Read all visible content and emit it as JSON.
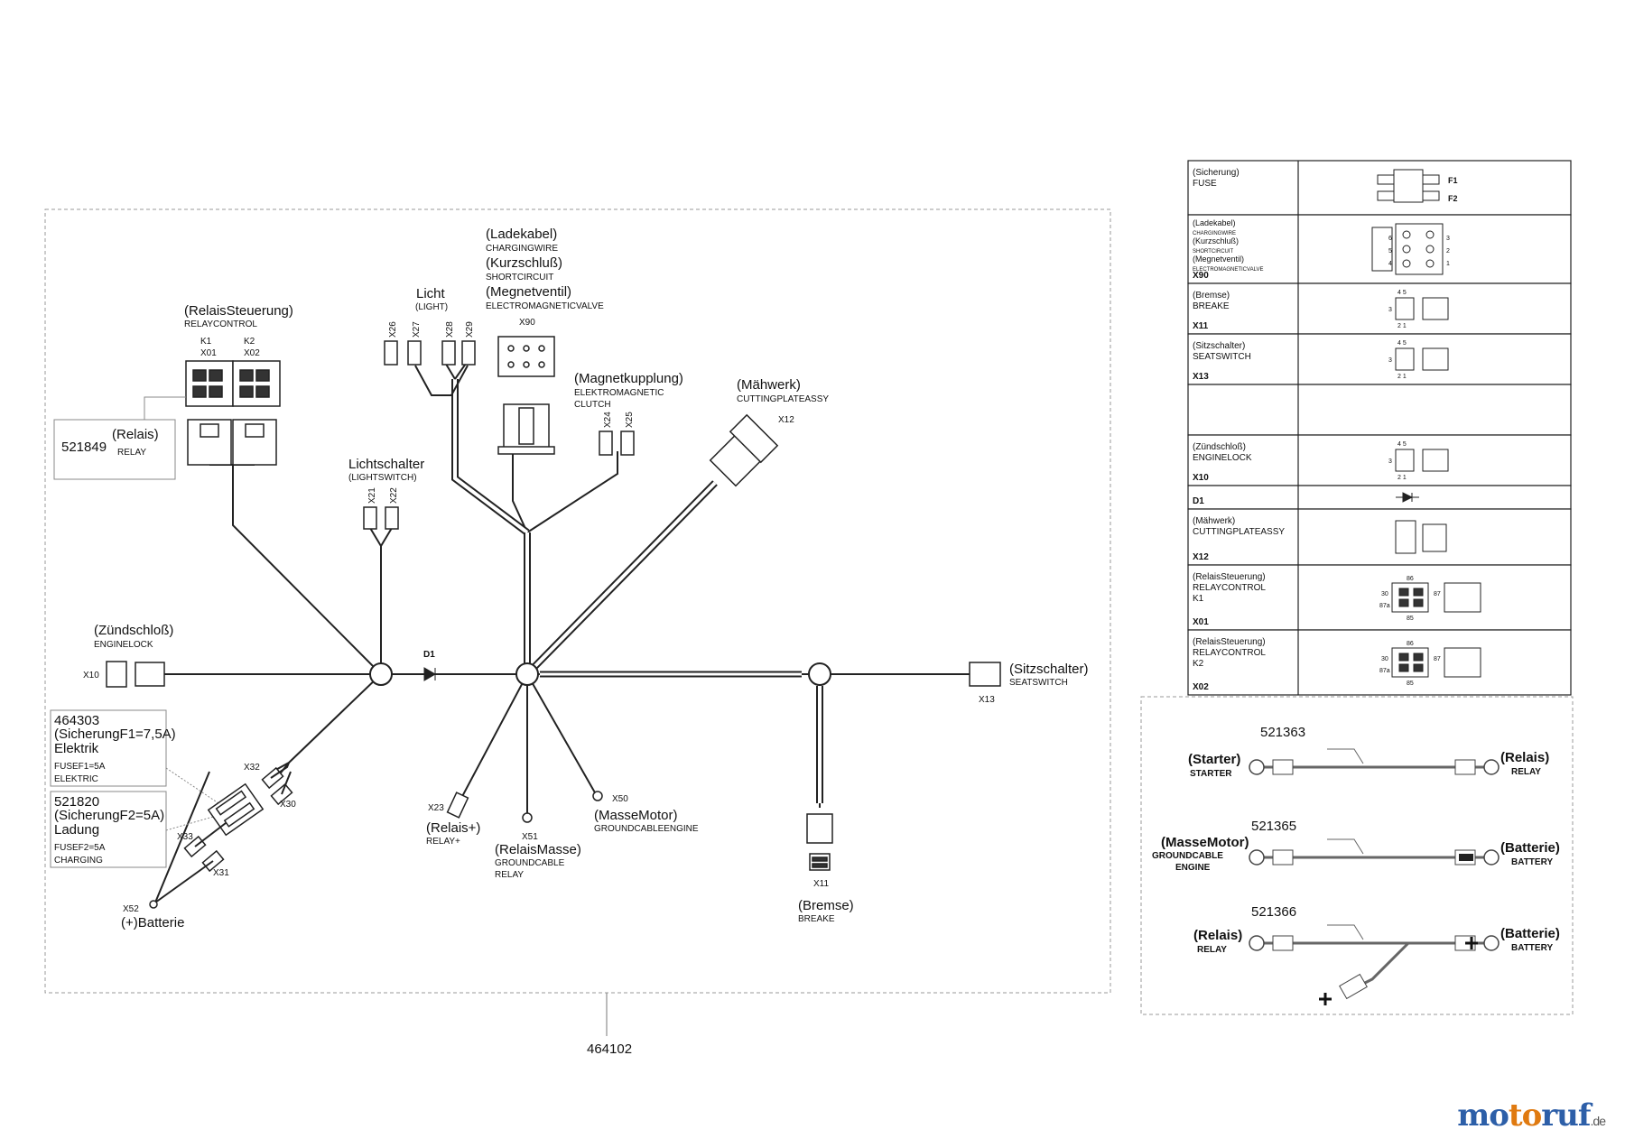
{
  "harness": {
    "part_number": "464102",
    "relay_control": {
      "de": "(RelaisSteuerung)",
      "en": "RELAYCONTROL",
      "k1": "K1",
      "x01": "X01",
      "k2": "K2",
      "x02": "X02"
    },
    "relay_box": {
      "part": "521849",
      "de": "(Relais)",
      "en": "RELAY"
    },
    "light": {
      "de": "Licht",
      "en": "(LIGHT)",
      "connectors": [
        "X26",
        "X27",
        "X28",
        "X29"
      ]
    },
    "charging": {
      "de1": "(Ladekabel)",
      "en1": "CHARGINGWIRE",
      "de2": "(Kurzschluß)",
      "en2": "SHORTCIRCUIT",
      "de3": "(Megnetventil)",
      "en3": "ELECTROMAGNETICVALVE",
      "connector": "X90"
    },
    "magnet_clutch": {
      "de": "(Magnetkupplung)",
      "en1": "ELEKTROMAGNETIC",
      "en2": "CLUTCH",
      "connectors": [
        "X24",
        "X25"
      ]
    },
    "mower": {
      "de": "(Mähwerk)",
      "en": "CUTTINGPLATEASSY",
      "connector": "X12"
    },
    "light_switch": {
      "de": "Lichtschalter",
      "en": "(LIGHTSWITCH)",
      "connectors": [
        "X21",
        "X22"
      ]
    },
    "ignition": {
      "de": "(Zündschloß)",
      "en": "ENGINELOCK",
      "connector": "X10"
    },
    "diode": "D1",
    "seat_switch": {
      "de": "(Sitzschalter)",
      "en": "SEATSWITCH",
      "connector": "X13"
    },
    "fuse1": {
      "part": "464303",
      "line1": "(SicherungF1=7,5A)",
      "line2": "Elektrik",
      "line3": "FUSEF1=5A",
      "line4": "ELEKTRIC"
    },
    "fuse2": {
      "part": "521820",
      "line1": "(SicherungF2=5A)",
      "line2": "Ladung",
      "line3": "FUSEF2=5A",
      "line4": "CHARGING"
    },
    "fuse_connectors": [
      "X32",
      "X30",
      "X33",
      "X31"
    ],
    "battery": {
      "connector": "X52",
      "label": "(+)Batterie"
    },
    "relay_plus": {
      "connector": "X23",
      "de": "(Relais+)",
      "en": "RELAY+"
    },
    "relay_ground": {
      "connector": "X51",
      "de": "(RelaisMasse)",
      "en1": "GROUNDCABLE",
      "en2": "RELAY"
    },
    "engine_ground": {
      "connector": "X50",
      "de": "(MasseMotor)",
      "en": "GROUNDCABLEENGINE"
    },
    "brake": {
      "connector": "X11",
      "de": "(Bremse)",
      "en": "BREAKE"
    }
  },
  "legend_table": {
    "rows": [
      {
        "lines": [
          "(Sicherung)",
          "FUSE"
        ],
        "code": "",
        "sym": [
          "F1",
          "F2"
        ]
      },
      {
        "lines": [
          "(Ladekabel)",
          "CHARGINGWIRE",
          "(Kurzschluß)",
          "SHORTCIRCUIT",
          "(Megnetventil)",
          "ELECTROMAGNETICVALVE"
        ],
        "code": "X90",
        "sym": [
          "6",
          "5",
          "4",
          "3",
          "2",
          "1"
        ]
      },
      {
        "lines": [
          "(Bremse)",
          "BREAKE"
        ],
        "code": "X11",
        "sym": [
          "4 5",
          "3",
          "2 1"
        ]
      },
      {
        "lines": [
          "(Sitzschalter)",
          "SEATSWITCH"
        ],
        "code": "X13",
        "sym": [
          "4 5",
          "3",
          "2 1"
        ]
      },
      {
        "lines": [],
        "code": "",
        "sym": []
      },
      {
        "lines": [
          "(Zündschloß)",
          "ENGINELOCK"
        ],
        "code": "X10",
        "sym": [
          "4 5",
          "3",
          "2 1"
        ]
      },
      {
        "lines": [],
        "code": "D1",
        "sym": []
      },
      {
        "lines": [
          "(Mähwerk)",
          "CUTTINGPLATEASSY"
        ],
        "code": "X12",
        "sym": []
      },
      {
        "lines": [
          "(RelaisSteuerung)",
          "RELAYCONTROL",
          "K1"
        ],
        "code": "X01",
        "sym": [
          "86",
          "30",
          "87",
          "87a",
          "85"
        ]
      },
      {
        "lines": [
          "(RelaisSteuerung)",
          "RELAYCONTROL",
          "K2"
        ],
        "code": "X02",
        "sym": [
          "86",
          "30",
          "87",
          "87a",
          "85"
        ]
      }
    ]
  },
  "cables": [
    {
      "part": "521363",
      "left_de": "(Starter)",
      "left_en": "STARTER",
      "right_de": "(Relais)",
      "right_en": "RELAY"
    },
    {
      "part": "521365",
      "left_de": "(MasseMotor)",
      "left_en1": "GROUNDCABLE",
      "left_en2": "ENGINE",
      "right_de": "(Batterie)",
      "right_en": "BATTERY"
    },
    {
      "part": "521366",
      "left_de": "(Relais)",
      "left_en": "RELAY",
      "right_de": "(Batterie)",
      "right_en": "BATTERY"
    }
  ],
  "brand": {
    "mo": "mo",
    "to": "to",
    "ruf": "ruf",
    "de": ".de"
  }
}
